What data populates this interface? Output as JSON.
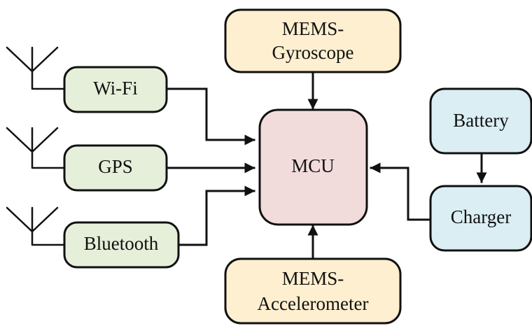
{
  "colors": {
    "radio_fill": "#e6efd9",
    "mems_fill": "#fdefcf",
    "mcu_fill": "#f2dcdb",
    "power_fill": "#dbeef3",
    "stroke": "#111111"
  },
  "blocks": {
    "wifi": "Wi-Fi",
    "gps": "GPS",
    "bluetooth": "Bluetooth",
    "gyroscope": [
      "MEMS-",
      "Gyroscope"
    ],
    "mcu": "MCU",
    "accelerometer": [
      "MEMS-",
      "Accelerometer"
    ],
    "battery": "Battery",
    "charger": "Charger"
  }
}
